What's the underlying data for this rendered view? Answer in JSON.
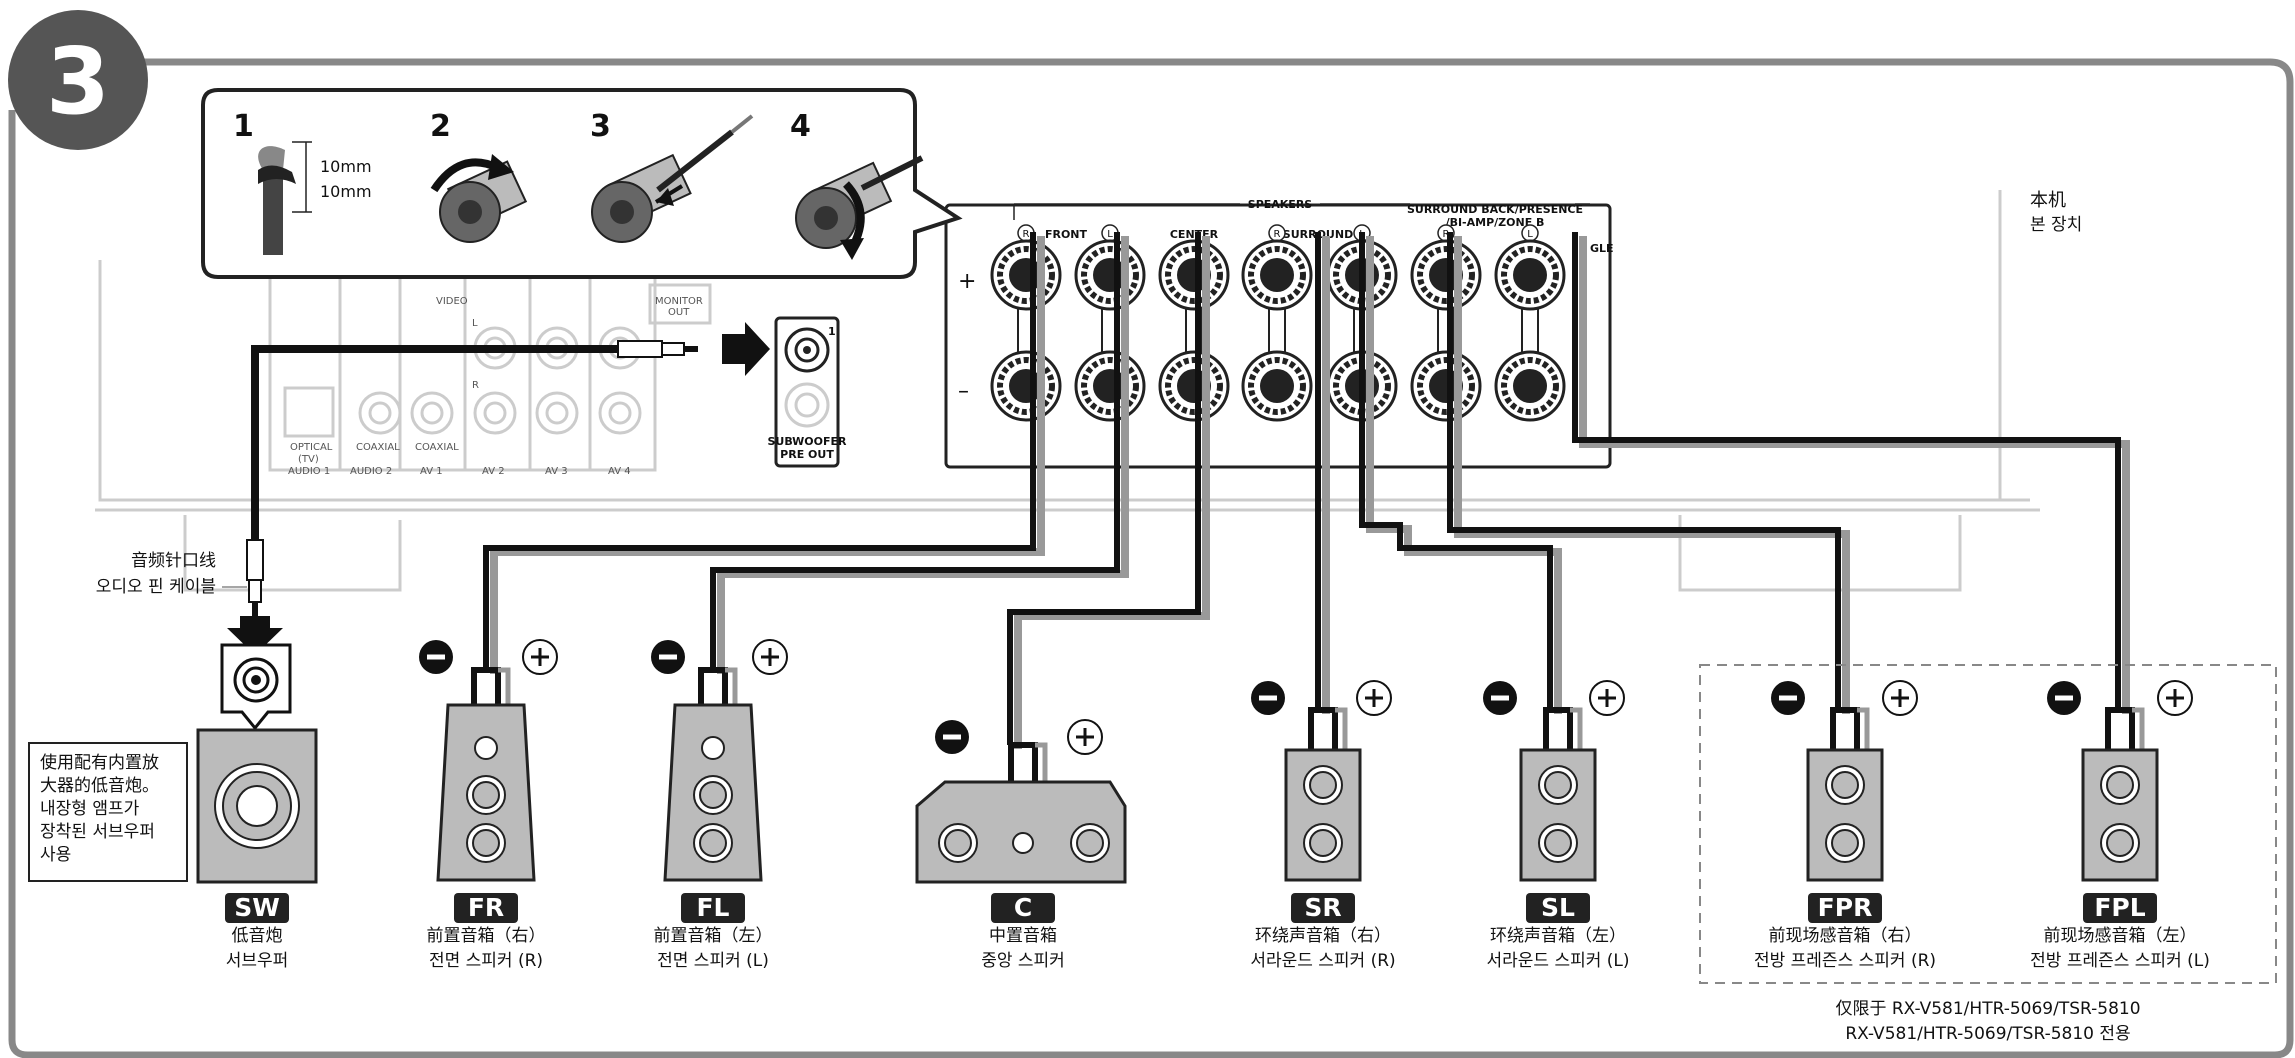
{
  "step": {
    "number": "3"
  },
  "steps": [
    {
      "num": "1"
    },
    {
      "num": "2"
    },
    {
      "num": "3"
    },
    {
      "num": "4"
    }
  ],
  "strip": {
    "length_a": "10mm",
    "length_b": "10mm"
  },
  "unit": {
    "zh": "本机",
    "ko": "본 장치"
  },
  "panel": {
    "speakers": "SPEAKERS",
    "front": "FRONT",
    "center": "CENTER",
    "surround": "SURROUND",
    "surround_back": "SURROUND BACK/PRESENCE",
    "bi_amp": "/BI-AMP/ZONE B",
    "single": "GLE",
    "r": "R",
    "l": "L",
    "plus": "+",
    "minus": "–",
    "sub_out": "SUBWOOFER",
    "pre_out": "PRE OUT",
    "sub_jack_num": "1"
  },
  "rear": {
    "video": "VIDEO",
    "monitor": "MONITOR",
    "monitor_out": "OUT",
    "optical": "OPTICAL",
    "tv": "(TV)",
    "coaxial_a": "COAXIAL",
    "coaxial_b": "COAXIAL",
    "audio1": "AUDIO 1",
    "audio2": "AUDIO 2",
    "av1": "AV 1",
    "av2": "AV 2",
    "av3": "AV 3",
    "av4": "AV 4",
    "l": "L",
    "r": "R"
  },
  "cable": {
    "zh": "音频针口线",
    "ko": "오디오 핀 케이블"
  },
  "sub_note": {
    "zh1": "使用配有内置放",
    "zh2": "大器的低音炮。",
    "ko1": "내장형 앰프가",
    "ko2": "장착된 서브우퍼",
    "ko3": "사용"
  },
  "polarity": {
    "minus": "−",
    "plus": "+"
  },
  "speakers": [
    {
      "tag": "SW",
      "zh": "低音炮",
      "ko": "서브우퍼"
    },
    {
      "tag": "FR",
      "zh": "前置音箱（右）",
      "ko": "전면 스피커 (R)"
    },
    {
      "tag": "FL",
      "zh": "前置音箱（左）",
      "ko": "전면 스피커 (L)"
    },
    {
      "tag": "C",
      "zh": "中置音箱",
      "ko": "중앙 스피커"
    },
    {
      "tag": "SR",
      "zh": "环绕声音箱（右）",
      "ko": "서라운드 스피커 (R)"
    },
    {
      "tag": "SL",
      "zh": "环绕声音箱（左）",
      "ko": "서라운드 스피커 (L)"
    },
    {
      "tag": "FPR",
      "zh": "前现场感音箱（右）",
      "ko": "전방 프레즌스 스피커 (R)"
    },
    {
      "tag": "FPL",
      "zh": "前现场感音箱（左）",
      "ko": "전방 프레즌스 스피커 (L)"
    }
  ],
  "model_note": {
    "zh": "仅限于 RX-V581/HTR-5069/TSR-5810",
    "ko": "RX-V581/HTR-5069/TSR-5810 전용"
  },
  "colors": {
    "frame": "#888888",
    "badge": "#555555",
    "wire_dark": "#111111",
    "wire_grey": "#999999",
    "faint": "#cccccc"
  }
}
